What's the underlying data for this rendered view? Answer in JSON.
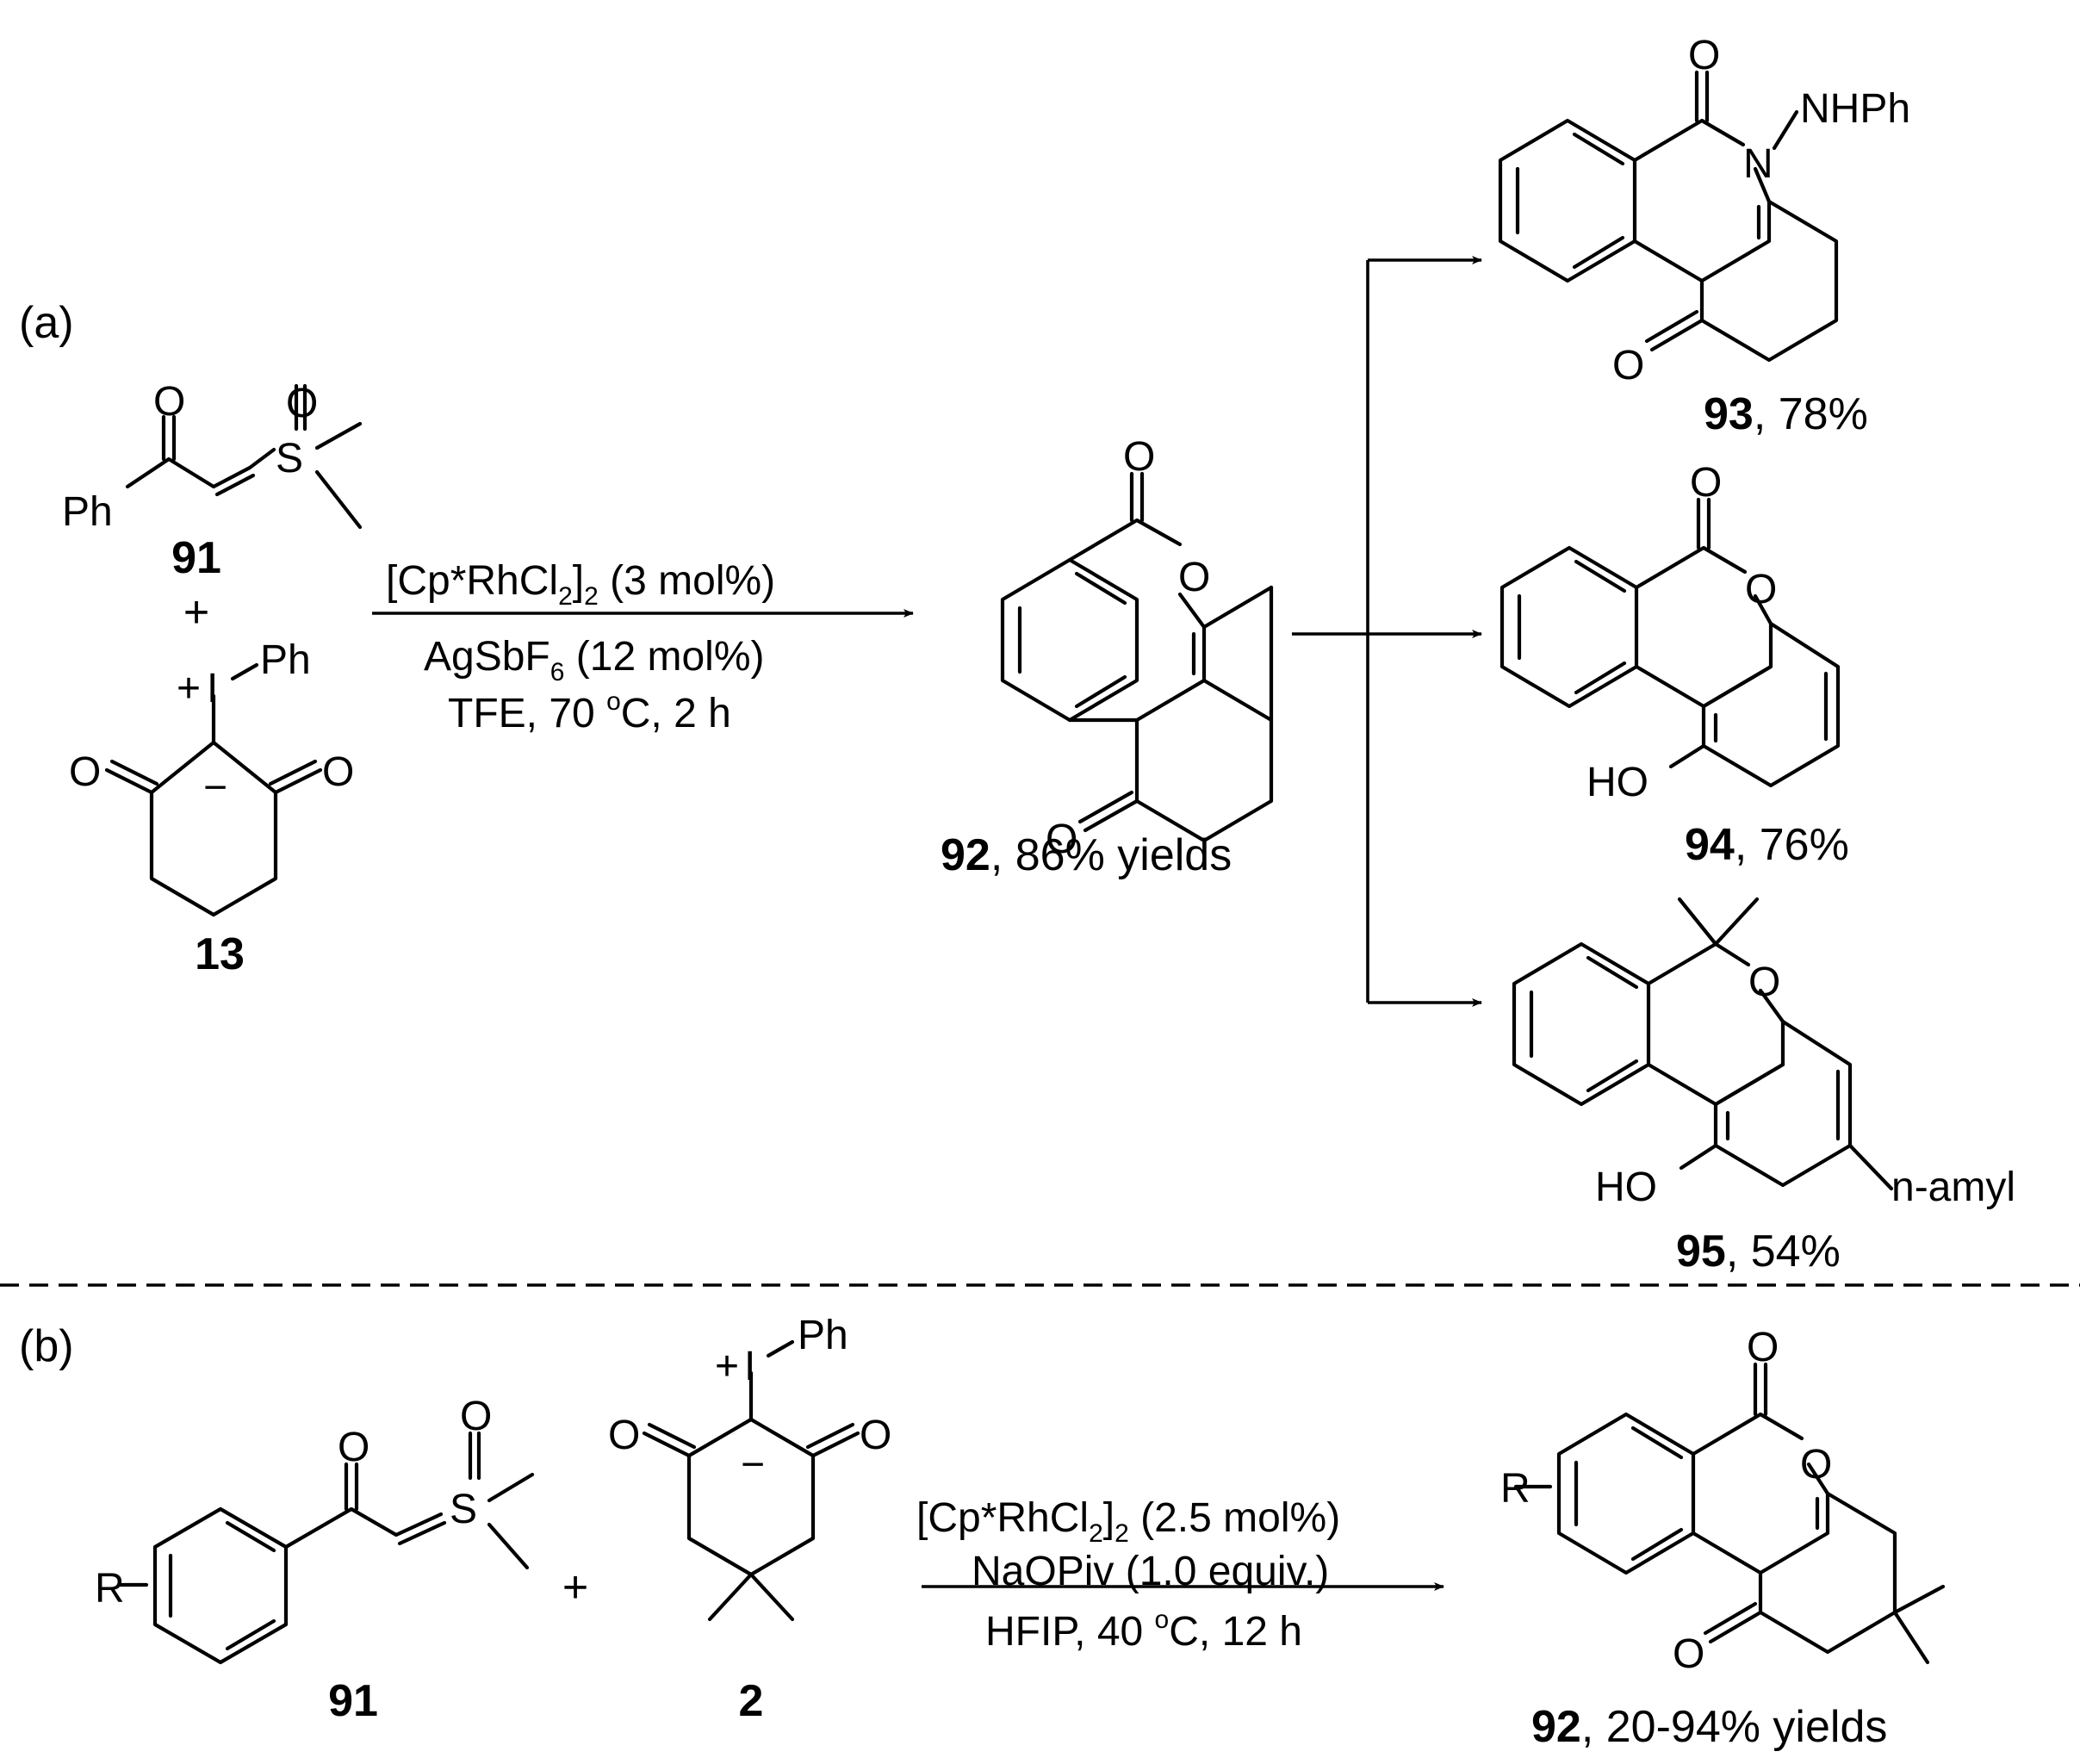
{
  "panel_a": {
    "tag": "(a)",
    "reagent_91": {
      "id": "91",
      "ph": "Ph",
      "o1": "O",
      "o2": "O",
      "s": "S"
    },
    "plus": "+",
    "reagent_13": {
      "id": "13",
      "charge_plus": "+",
      "iodine": "I",
      "ph": "Ph",
      "o1": "O",
      "o2": "O",
      "minus": "−"
    },
    "conditions": {
      "line1": {
        "a": "[Cp*RhCl",
        "b": "2",
        "c": "]",
        "d": "2",
        "e": " (3 mol%)"
      },
      "line2": {
        "a": "AgSbF",
        "b": "6",
        "c": " (12 mol%)"
      },
      "line3": {
        "a": "TFE, 70 ",
        "b": "o",
        "c": "C, 2 h"
      }
    },
    "product_92": {
      "id": "92",
      "yield": ", 86% yields",
      "o1": "O",
      "o2": "O",
      "o3": "O"
    },
    "product_93": {
      "id": "93",
      "yield": ", 78%",
      "o1": "O",
      "o2": "O",
      "n": "N",
      "nhph": "NHPh"
    },
    "product_94": {
      "id": "94",
      "yield": ", 76%",
      "o1": "O",
      "o2": "O",
      "ho": "HO"
    },
    "product_95": {
      "id": "95",
      "yield": ", 54%",
      "o": "O",
      "ho": "HO",
      "substituent": "n-amyl"
    }
  },
  "panel_b": {
    "tag": "(b)",
    "reagent_91": {
      "id": "91",
      "r": "R",
      "o1": "O",
      "o2": "O",
      "s": "S"
    },
    "plus": "+",
    "reagent_2": {
      "id": "2",
      "charge_plus": "+",
      "iodine": "I",
      "ph": "Ph",
      "o1": "O",
      "o2": "O",
      "minus": "−"
    },
    "conditions": {
      "line1": {
        "a": "[Cp*RhCl",
        "b": "2",
        "c": "]",
        "d": "2",
        "e": " (2.5 mol%)"
      },
      "line2": "NaOPiv (1.0 equiv.)",
      "line3": {
        "a": "HFIP, 40 ",
        "b": "o",
        "c": "C, 12 h"
      }
    },
    "product_92": {
      "id": "92",
      "yield": ", 20-94% yields",
      "r": "R",
      "o1": "O",
      "o2": "O",
      "o3": "O"
    }
  }
}
